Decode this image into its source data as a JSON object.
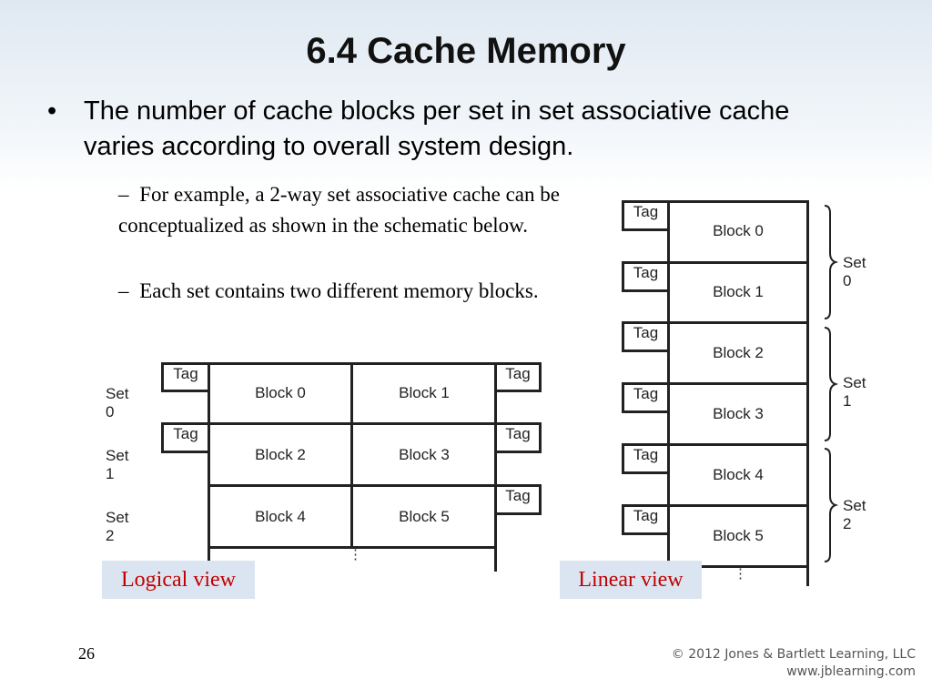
{
  "slide": {
    "title": "6.4 Cache Memory",
    "bullet_symbol": "•",
    "bullet_text": "The number of cache blocks per set in set associative cache varies according to overall system design.",
    "sub_bullets": [
      {
        "dash": "–",
        "text": "For example, a 2-way set associative cache can be conceptualized as shown in the schematic below."
      },
      {
        "dash": "–",
        "text": "Each set contains two different memory blocks."
      }
    ],
    "page_number": "26",
    "copyright_line1": "© 2012 Jones & Bartlett Learning, LLC",
    "copyright_line2": "www.jblearning.com"
  },
  "logical_view": {
    "caption": "Logical view",
    "tag_label": "Tag",
    "sets": [
      {
        "label": "Set 0",
        "blocks": [
          "Block 0",
          "Block 1"
        ]
      },
      {
        "label": "Set 1",
        "blocks": [
          "Block 2",
          "Block 3"
        ]
      },
      {
        "label": "Set 2",
        "blocks": [
          "Block 4",
          "Block 5"
        ]
      }
    ],
    "ellipsis": "⋮"
  },
  "linear_view": {
    "caption": "Linear view",
    "tag_label": "Tag",
    "blocks": [
      "Block 0",
      "Block 1",
      "Block 2",
      "Block 3",
      "Block 4",
      "Block 5"
    ],
    "sets": [
      "Set 0",
      "Set 1",
      "Set 2"
    ],
    "ellipsis": "⋮"
  },
  "colors": {
    "caption_text": "#c00000",
    "caption_bg": "#dbe5f1",
    "line": "#222222"
  }
}
